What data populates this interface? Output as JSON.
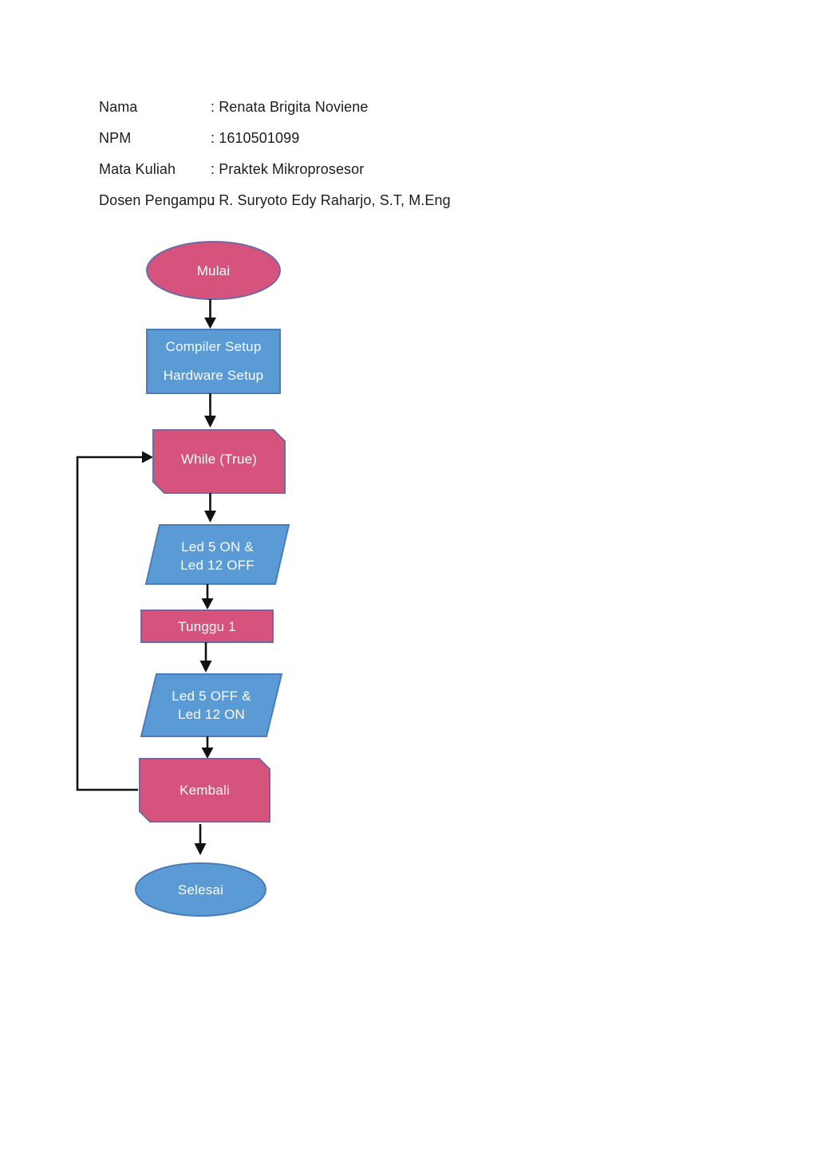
{
  "header": {
    "rows": [
      {
        "label": "Nama",
        "value": ": Renata Brigita Noviene"
      },
      {
        "label": "NPM",
        "value": ": 1610501099"
      },
      {
        "label": "Mata Kuliah",
        "value": ": Praktek Mikroprosesor"
      },
      {
        "label": "Dosen Pengampu",
        "value": ": R. Suryoto Edy Raharjo, S.T, M.Eng"
      }
    ]
  },
  "flowchart": {
    "colors": {
      "pink_fill": "#d6537d",
      "pink_border": "#6e6ba3",
      "blue_fill": "#5b9bd5",
      "blue_border": "#4a7cb8",
      "arrow": "#111111",
      "label_text": "#fbfbfd"
    },
    "nodes": [
      {
        "id": "start",
        "type": "terminator-ellipse",
        "label": "Mulai"
      },
      {
        "id": "setup",
        "type": "process-rect",
        "lines": [
          "Compiler Setup",
          "Hardware Setup"
        ]
      },
      {
        "id": "loop",
        "type": "card",
        "label": "While (True)"
      },
      {
        "id": "led-on",
        "type": "io-parallelogram",
        "lines": [
          "Led 5 ON &",
          "Led 12 OFF"
        ]
      },
      {
        "id": "wait",
        "type": "process-rect",
        "label": "Tunggu 1"
      },
      {
        "id": "led-off",
        "type": "io-parallelogram",
        "lines": [
          "Led 5 OFF &",
          "Led 12 ON"
        ]
      },
      {
        "id": "loopback",
        "type": "card",
        "label": "Kembali"
      },
      {
        "id": "end",
        "type": "terminator-ellipse",
        "label": "Selesai"
      }
    ],
    "edges": [
      "start→setup",
      "setup→loop",
      "loop→led-on",
      "led-on→wait",
      "wait→led-off",
      "led-off→loopback",
      "loopback→end",
      "loopback→loop (left return line)"
    ]
  }
}
